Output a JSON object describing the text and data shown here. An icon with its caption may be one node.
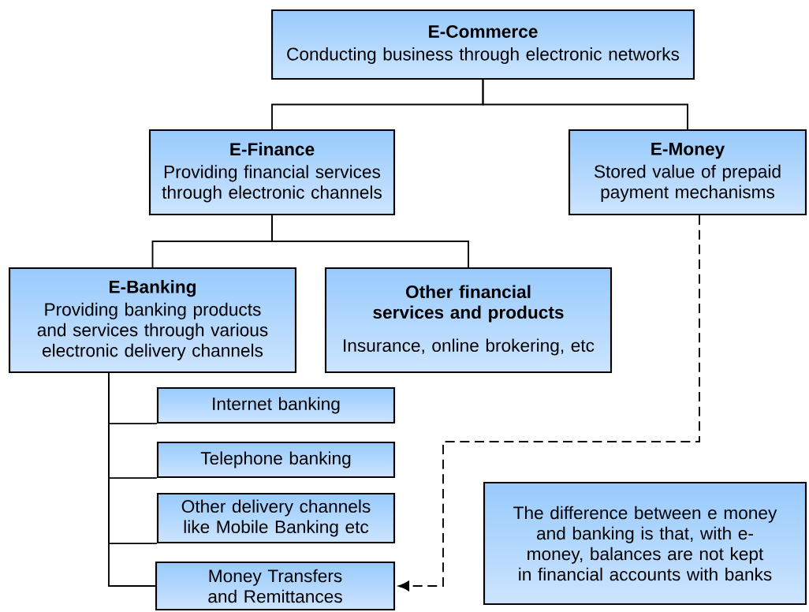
{
  "diagram": {
    "nodes": [
      {
        "text": [
          "E-Commerce",
          "Conducting business through electronic networks"
        ]
      },
      {
        "text": [
          "E-Finance",
          "Providing financial services through electronic channels"
        ]
      },
      {
        "text": [
          "E-Money",
          "Stored value of prepaid payment mechanisms"
        ]
      },
      {
        "text": [
          "E-Banking",
          "Providing banking products and services through various electronic delivery channels"
        ]
      },
      {
        "text": [
          "Other financial services and products",
          "Insurance, online brokering, etc"
        ]
      },
      {
        "text": [
          "Internet banking"
        ]
      },
      {
        "text": [
          "Telephone banking"
        ]
      },
      {
        "text": [
          "Other delivery channels like Mobile Banking etc"
        ]
      },
      {
        "text": [
          "Money Transfers and Remittances"
        ]
      },
      {
        "text": [
          "The difference between e money and banking is that, with e-money, balances are not kept in financial accounts with banks"
        ]
      }
    ],
    "edges": [
      {
        "from": 0,
        "to": 1,
        "arrow": "none"
      },
      {
        "from": 0,
        "to": 2,
        "arrow": "none"
      },
      {
        "from": 1,
        "to": 3,
        "arrow": "none"
      },
      {
        "from": 1,
        "to": 4,
        "arrow": "none"
      },
      {
        "from": 3,
        "to": 5,
        "arrow": "none"
      },
      {
        "from": 3,
        "to": 6,
        "arrow": "none"
      },
      {
        "from": 3,
        "to": 7,
        "arrow": "none"
      },
      {
        "from": 3,
        "to": 8,
        "arrow": "none"
      },
      {
        "from": 2,
        "to": 8,
        "arrow": "to",
        "style": "dashed"
      }
    ]
  }
}
